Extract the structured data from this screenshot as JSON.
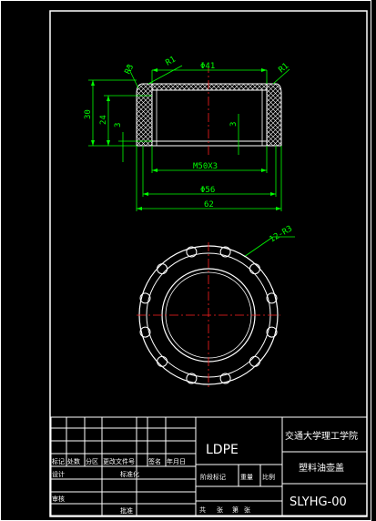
{
  "dimensions": {
    "top_dia": "Φ41",
    "r1_left": "R1",
    "r1_right": "R1",
    "r3": "R3",
    "h30": "30",
    "h24": "24",
    "h3_left": "3",
    "h3_right": "3",
    "thread": "M50X3",
    "dia56": "Φ56",
    "w62": "62",
    "knurl": "12-R3"
  },
  "title_block": {
    "material": "LDPE",
    "school": "交通大学理工学院",
    "part_name": "塑料油壶盖",
    "drawing_no": "SLYHG-00",
    "h_mark": "标记",
    "h_count": "处数",
    "h_zone": "分区",
    "h_doc": "更改文件号",
    "h_sign": "签名",
    "h_date": "年月日",
    "h_design": "设计",
    "h_std": "标准化",
    "h_stage": "阶段标记",
    "h_weight": "重量",
    "h_scale": "比例",
    "h_review": "审核",
    "h_approve": "批准",
    "h_sheets": "共",
    "h_zhang": "张",
    "h_di": "第",
    "h_zhang2": "张"
  }
}
